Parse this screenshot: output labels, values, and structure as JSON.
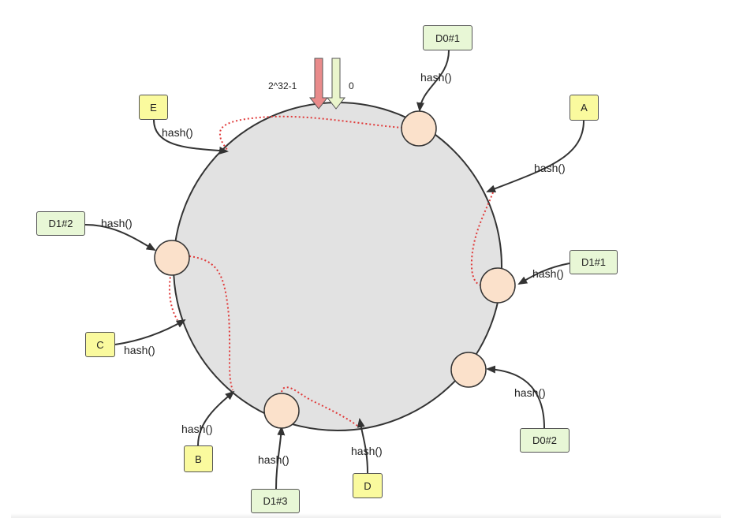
{
  "ring": {
    "max_label": "2^32-1",
    "zero_label": "0"
  },
  "hash_label": "hash()",
  "keys": [
    {
      "id": "A",
      "label": "A"
    },
    {
      "id": "B",
      "label": "B"
    },
    {
      "id": "C",
      "label": "C"
    },
    {
      "id": "D",
      "label": "D"
    },
    {
      "id": "E",
      "label": "E"
    }
  ],
  "nodes": [
    {
      "id": "d0-1",
      "label": "D0#1"
    },
    {
      "id": "d0-2",
      "label": "D0#2"
    },
    {
      "id": "d1-1",
      "label": "D1#1"
    },
    {
      "id": "d1-2",
      "label": "D1#2"
    },
    {
      "id": "d1-3",
      "label": "D1#3"
    }
  ],
  "colors": {
    "ring_fill": "#e2e2e2",
    "ring_stroke": "#333333",
    "node_point_fill": "#fbe1cb",
    "key_fill": "#fafa9e",
    "node_fill": "#e8f7d6",
    "route_line": "#e03a3a",
    "max_arrow": "#e98b8b",
    "zero_arrow": "#eaf5cc"
  }
}
